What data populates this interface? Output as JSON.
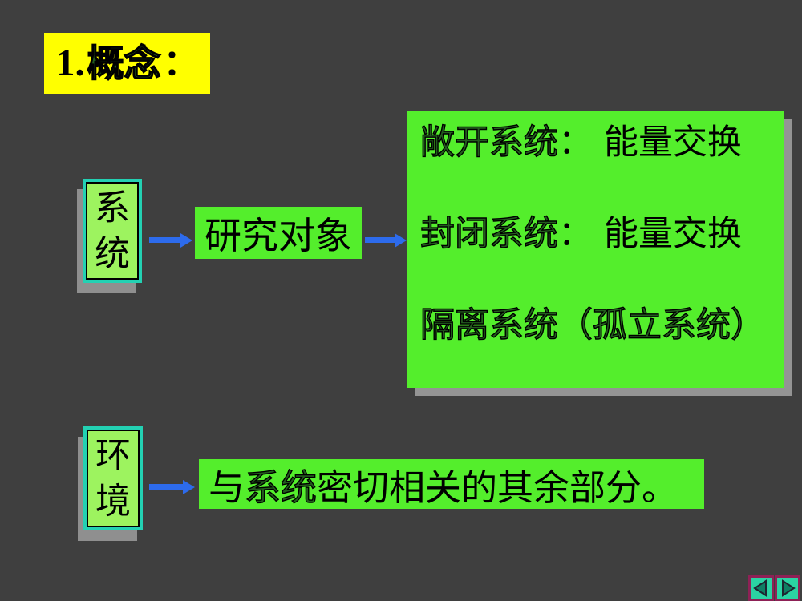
{
  "title": {
    "number": "1.",
    "word": "概念",
    "colon": "："
  },
  "system": {
    "char1": "系",
    "char2": "统"
  },
  "research": {
    "label": "研究对象"
  },
  "types": {
    "line1_head": "敞开系统",
    "line1_colon": "：",
    "line1_rest": "能量交换",
    "line2_head": "封闭系统",
    "line2_colon": "：",
    "line2_rest": "能量交换",
    "line3_head": "隔离系统（孤立系统）"
  },
  "environment": {
    "char1": "环",
    "char2": "境"
  },
  "env_desc": {
    "prefix": "与",
    "highlight": "系统",
    "rest": "密切相关的其余部分。"
  },
  "nav": {
    "prev_icon": "left-triangle",
    "next_icon": "right-triangle"
  },
  "colors": {
    "background": "#3F3F3F",
    "title_bg": "#FFFF00",
    "green_box": "#54EE2C",
    "vert_box_fill": "#9DF35F",
    "vert_box_border": "#23D1B3",
    "shadow_gray": "#8F8F8F",
    "arrow_blue": "#2D6BEC",
    "nav_fill": "#2BD3A3",
    "nav_border": "#8E2156",
    "nav_triangle": "#0F7E63"
  }
}
